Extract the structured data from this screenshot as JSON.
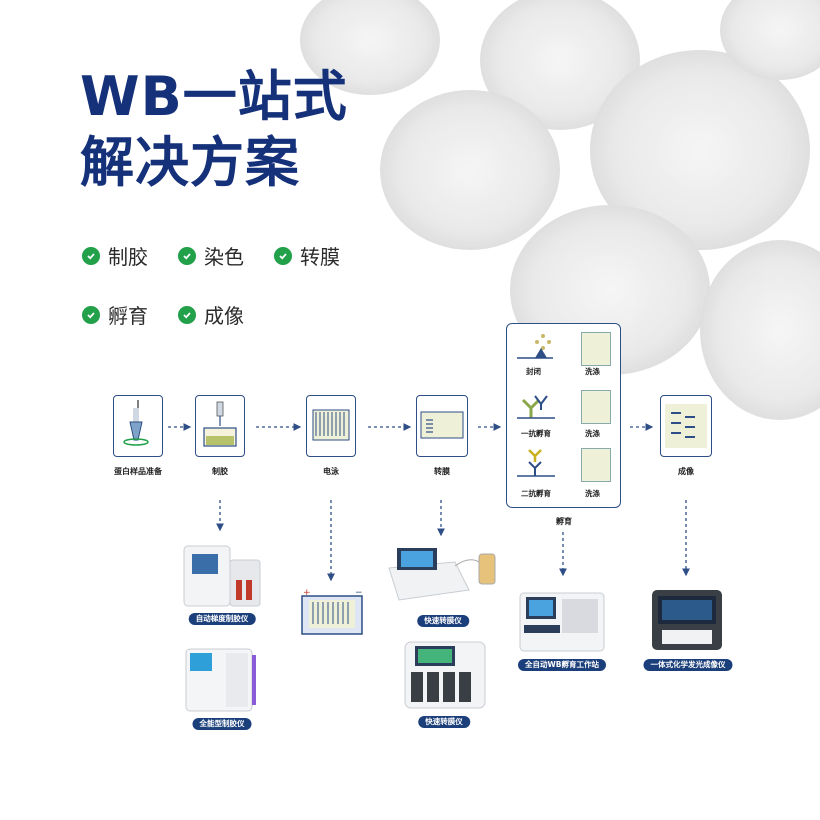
{
  "title": {
    "line1": "WB一站式",
    "line2": "解决方案"
  },
  "features": [
    {
      "label": "制胶"
    },
    {
      "label": "染色"
    },
    {
      "label": "转膜"
    },
    {
      "label": "孵育"
    },
    {
      "label": "成像"
    }
  ],
  "steps": [
    {
      "label": "蛋白样品准备"
    },
    {
      "label": "制胶"
    },
    {
      "label": "电泳"
    },
    {
      "label": "转膜"
    },
    {
      "label": "成像"
    }
  ],
  "incubation": {
    "label": "孵育",
    "rows": [
      {
        "left": "封闭",
        "right": "洗涤"
      },
      {
        "left": "一抗孵育",
        "right": "洗涤"
      },
      {
        "left": "二抗孵育",
        "right": "洗涤"
      }
    ]
  },
  "devices": [
    {
      "label": "自动梯度制胶仪"
    },
    {
      "label": "全能型制胶仪"
    },
    {
      "label": "快速转膜仪"
    },
    {
      "label": "快速转膜仪"
    },
    {
      "label": "全自动WB孵育工作站"
    },
    {
      "label": "一体式化学发光成像仪"
    }
  ],
  "colors": {
    "title": "#14317a",
    "check": "#22a04a",
    "outline": "#2d4e86",
    "pill": "#1b3f7a",
    "gel": "#b7c26a"
  }
}
